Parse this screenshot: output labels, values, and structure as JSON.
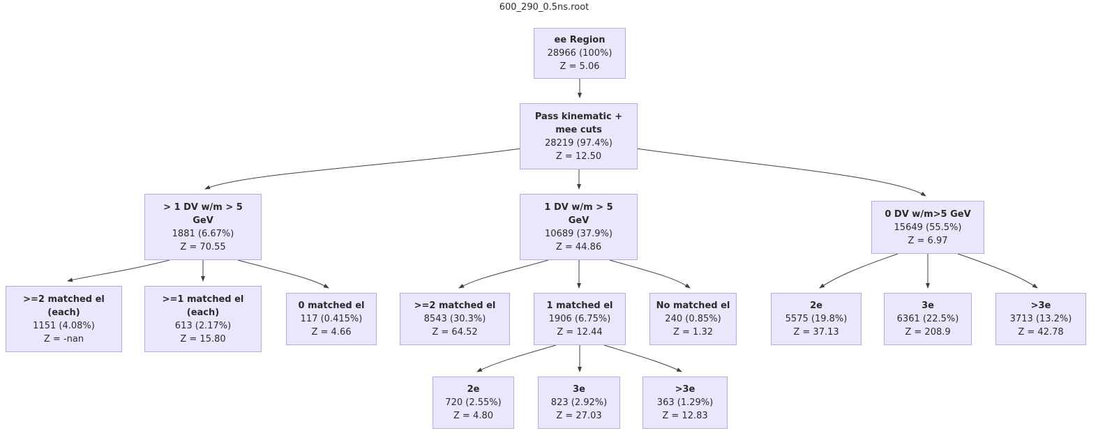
{
  "title": "600_290_0.5ns.root",
  "colors": {
    "node_fill": "#e9e7fb",
    "node_border": "#b5aae6",
    "edge": "#3f3f3f",
    "text": "#2b2b2b"
  },
  "nodes": [
    {
      "id": "ee-region",
      "title": "ee Region",
      "count": "28966 (100%)",
      "z": "Z = 5.06"
    },
    {
      "id": "pass-kinematic",
      "title": "Pass kinematic + mee cuts",
      "count": "28219 (97.4%)",
      "z": "Z = 12.50"
    },
    {
      "id": "gt1-dv",
      "title": "> 1 DV w/m > 5 GeV",
      "count": "1881 (6.67%)",
      "z": "Z = 70.55"
    },
    {
      "id": "one-dv",
      "title": "1 DV w/m > 5 GeV",
      "count": "10689 (37.9%)",
      "z": "Z = 44.86"
    },
    {
      "id": "zero-dv",
      "title": "0 DV w/m>5 GeV",
      "count": "15649 (55.5%)",
      "z": "Z = 6.97"
    },
    {
      "id": "ge2-matched-el-each",
      "title": ">=2 matched el (each)",
      "count": "1151 (4.08%)",
      "z": "Z = -nan"
    },
    {
      "id": "ge1-matched-el-each",
      "title": ">=1 matched el (each)",
      "count": "613 (2.17%)",
      "z": "Z = 15.80"
    },
    {
      "id": "zero-matched-el",
      "title": "0 matched el",
      "count": "117 (0.415%)",
      "z": "Z = 4.66"
    },
    {
      "id": "ge2-matched-el",
      "title": ">=2 matched el",
      "count": "8543 (30.3%)",
      "z": "Z = 64.52"
    },
    {
      "id": "one-matched-el",
      "title": "1 matched el",
      "count": "1906 (6.75%)",
      "z": "Z = 12.44"
    },
    {
      "id": "no-matched-el",
      "title": "No matched el",
      "count": "240 (0.85%)",
      "z": "Z = 1.32"
    },
    {
      "id": "dv0-2e",
      "title": "2e",
      "count": "5575 (19.8%)",
      "z": "Z = 37.13"
    },
    {
      "id": "dv0-3e",
      "title": "3e",
      "count": "6361 (22.5%)",
      "z": "Z = 208.9"
    },
    {
      "id": "dv0-gt3e",
      "title": ">3e",
      "count": "3713 (13.2%)",
      "z": "Z = 42.78"
    },
    {
      "id": "m1-2e",
      "title": "2e",
      "count": "720 (2.55%)",
      "z": "Z = 4.80"
    },
    {
      "id": "m1-3e",
      "title": "3e",
      "count": "823 (2.92%)",
      "z": "Z = 27.03"
    },
    {
      "id": "m1-gt3e",
      "title": ">3e",
      "count": "363 (1.29%)",
      "z": "Z = 12.83"
    }
  ],
  "edges": [
    {
      "from": "ee-region",
      "to": "pass-kinematic"
    },
    {
      "from": "pass-kinematic",
      "to": "gt1-dv"
    },
    {
      "from": "pass-kinematic",
      "to": "one-dv"
    },
    {
      "from": "pass-kinematic",
      "to": "zero-dv"
    },
    {
      "from": "gt1-dv",
      "to": "ge2-matched-el-each"
    },
    {
      "from": "gt1-dv",
      "to": "ge1-matched-el-each"
    },
    {
      "from": "gt1-dv",
      "to": "zero-matched-el"
    },
    {
      "from": "one-dv",
      "to": "ge2-matched-el"
    },
    {
      "from": "one-dv",
      "to": "one-matched-el"
    },
    {
      "from": "one-dv",
      "to": "no-matched-el"
    },
    {
      "from": "zero-dv",
      "to": "dv0-2e"
    },
    {
      "from": "zero-dv",
      "to": "dv0-3e"
    },
    {
      "from": "zero-dv",
      "to": "dv0-gt3e"
    },
    {
      "from": "one-matched-el",
      "to": "m1-2e"
    },
    {
      "from": "one-matched-el",
      "to": "m1-3e"
    },
    {
      "from": "one-matched-el",
      "to": "m1-gt3e"
    }
  ]
}
